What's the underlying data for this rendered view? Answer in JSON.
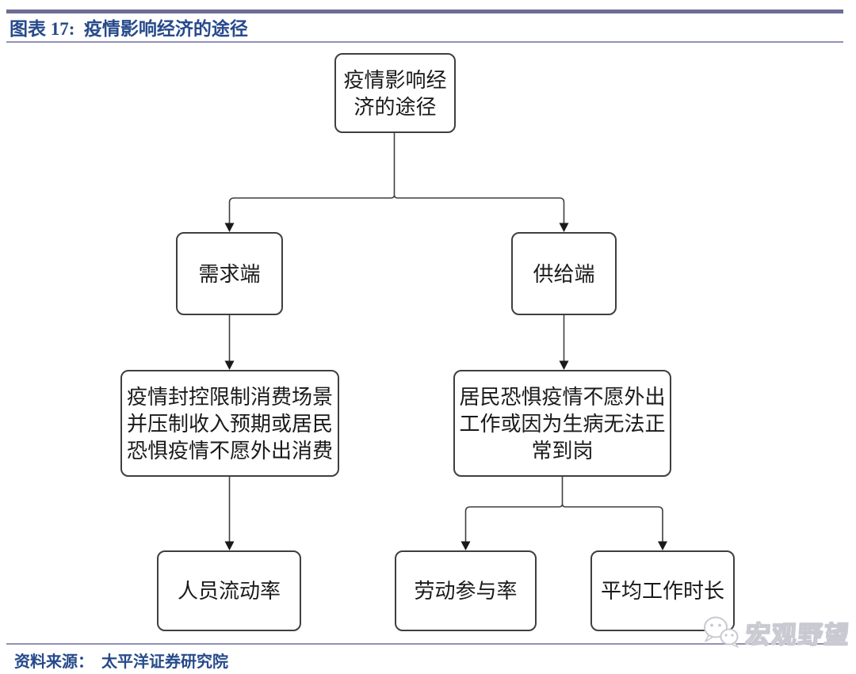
{
  "header": {
    "figure_label": "图表 17:  疫情影响经济的途径"
  },
  "flowchart": {
    "root": {
      "lines": [
        "疫情影响经",
        "济的途径"
      ]
    },
    "demand": {
      "label": "需求端"
    },
    "supply": {
      "label": "供给端"
    },
    "demand_detail": {
      "lines": [
        "疫情封控限制消费场景",
        "并压制收入预期或居民",
        "恐惧疫情不愿外出消费"
      ]
    },
    "supply_detail": {
      "lines": [
        "居民恐惧疫情不愿外出",
        "工作或因为生病无法正",
        "常到岗"
      ]
    },
    "demand_metric": {
      "label": "人员流动率"
    },
    "supply_metric_1": {
      "label": "劳动参与率"
    },
    "supply_metric_2": {
      "label": "平均工作时长"
    }
  },
  "footer": {
    "source": "资料来源：  太平洋证券研究院"
  },
  "watermark": {
    "icon": "wechat-icon",
    "text": "宏观野望"
  },
  "colors": {
    "rule_accent": "#6C6C94",
    "rule_thin": "#9191B8",
    "title_text": "#264A8B",
    "node_border": "#3F3F3F",
    "node_text": "#1A1A1A",
    "watermark_gray": "#C9C9D2"
  }
}
